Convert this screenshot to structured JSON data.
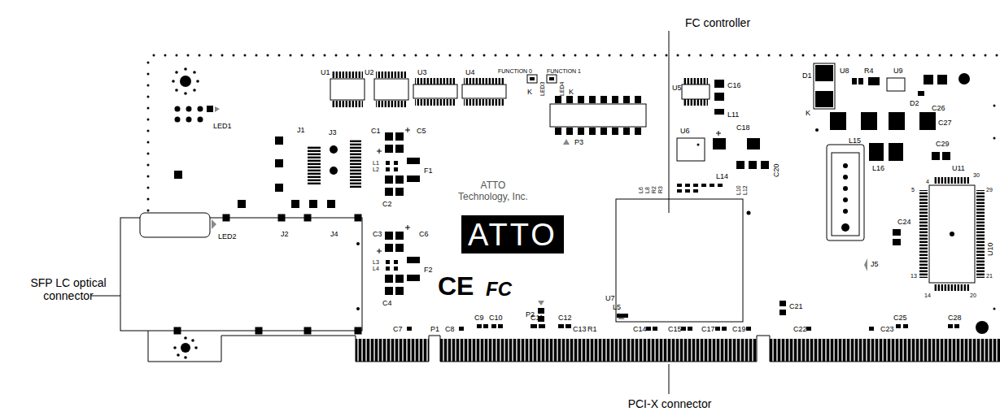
{
  "diagram": {
    "nodes": [
      {
        "text": [
          "ATTO"
        ]
      }
    ],
    "labels": [
      "FC controller",
      "SFP LC optical connector",
      "PCI-X connector",
      "U1",
      "U2",
      "U3",
      "U4",
      "FUNCTION 0",
      "FUNCTION 1",
      "LED3",
      "LED4",
      "K",
      "K",
      "LED1",
      "J1",
      "J3",
      "C1",
      "C5",
      "L1",
      "L2",
      "F1",
      "C2",
      "P3",
      "U5",
      "C16",
      "L11",
      "U6",
      "C18",
      "L14",
      "C20",
      "L6",
      "L8",
      "R2",
      "R3",
      "L10",
      "L12",
      "D1",
      "U8",
      "R4",
      "U9",
      "D2",
      "C26",
      "K",
      "L15",
      "C27",
      "L16",
      "C29",
      "U11",
      "ATTO Technology, Inc.",
      "CE",
      "FC",
      "P2",
      "LED2",
      "J2",
      "J4",
      "C3",
      "C6",
      "L3",
      "L4",
      "F2",
      "C4",
      "C7",
      "P1",
      "C8",
      "C9",
      "C10",
      "C11",
      "C12",
      "C13",
      "R1",
      "L5",
      "U7",
      "C14",
      "C15",
      "C17",
      "C19",
      "C21",
      "C22",
      "C23",
      "C25",
      "C28",
      "C24",
      "J5",
      "U10",
      "4",
      "5",
      "30",
      "29",
      "13",
      "14",
      "20",
      "21"
    ]
  }
}
